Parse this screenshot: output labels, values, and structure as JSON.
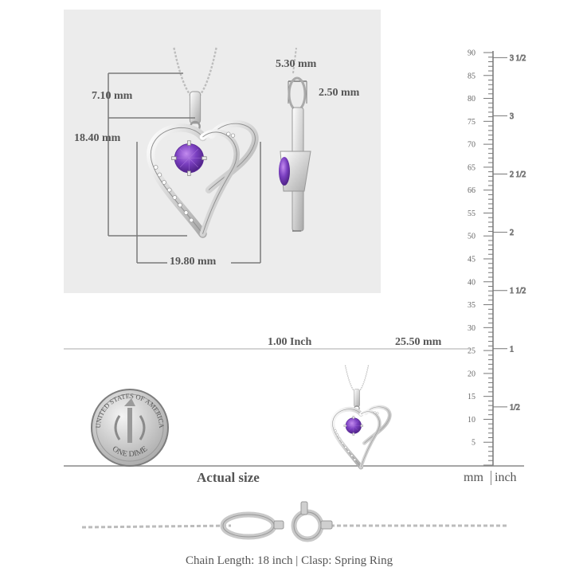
{
  "dimensions": {
    "top_width": "5.30 mm",
    "bail_height": "7.10 mm",
    "total_height": "18.40 mm",
    "side_thickness": "2.50 mm",
    "width": "19.80 mm"
  },
  "scale": {
    "reference_inch": "1.00 Inch",
    "reference_mm": "25.50 mm",
    "mm_labels": [
      "90",
      "85",
      "80",
      "75",
      "70",
      "65",
      "66",
      "55",
      "50",
      "45",
      "40",
      "35",
      "30",
      "25",
      "20",
      "15",
      "10",
      "5"
    ],
    "inch_labels": [
      "3 1/2",
      "3",
      "2 1/2",
      "2",
      "1 1/2",
      "1",
      "1/2"
    ],
    "unit_mm": "mm",
    "unit_inch": "inch"
  },
  "captions": {
    "actual_size": "Actual size",
    "chain_info": "Chain Length: 18 inch | Clasp: Spring Ring"
  },
  "coin": {
    "top_text": "UNITED STATES OF AMERICA",
    "bottom_text": "ONE DIME"
  },
  "colors": {
    "gem": "#7a3fc0",
    "metal": "#d9d9d9",
    "line": "#7a7a7a"
  }
}
